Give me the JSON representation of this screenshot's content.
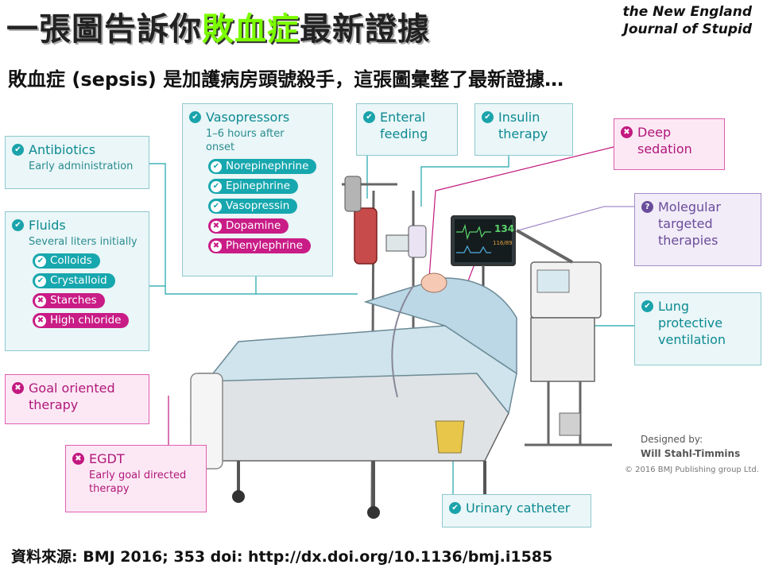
{
  "title": {
    "part1": "一張圖告訴你",
    "highlight": "敗血症",
    "part2": "最新證據"
  },
  "logo": {
    "line1": "the New England",
    "line2": "Journal of Stupid"
  },
  "subtitle": "敗血症 (sepsis) 是加護病房頭號殺手，這張圖彙整了最新證據…",
  "footer": "資料來源: BMJ 2016; 353 doi: http://dx.doi.org/10.1136/bmj.i1585",
  "icons": {
    "positive": "check-icon",
    "negative": "cross-icon",
    "uncertain": "question-icon"
  },
  "colors": {
    "positive": "#1aa3ab",
    "negative": "#c2187f",
    "uncertain": "#6b4c9a"
  },
  "boxes": {
    "antibiotics": {
      "title": "Antibiotics",
      "sub": "Early administration"
    },
    "fluids": {
      "title": "Fluids",
      "sub": "Several liters initially",
      "items": [
        {
          "label": "Colloids",
          "status": "positive"
        },
        {
          "label": "Crystalloid",
          "status": "positive"
        },
        {
          "label": "Starches",
          "status": "negative"
        },
        {
          "label": "High chloride",
          "status": "negative"
        }
      ]
    },
    "vasopressors": {
      "title": "Vasopressors",
      "sub": "1–6 hours after onset",
      "items": [
        {
          "label": "Norepinephrine",
          "status": "positive"
        },
        {
          "label": "Epinephrine",
          "status": "positive"
        },
        {
          "label": "Vasopressin",
          "status": "positive"
        },
        {
          "label": "Dopamine",
          "status": "negative"
        },
        {
          "label": "Phenylephrine",
          "status": "negative"
        }
      ]
    },
    "enteral": {
      "title": "Enteral feeding"
    },
    "insulin": {
      "title": "Insulin therapy"
    },
    "deep_sedation": {
      "title": "Deep sedation"
    },
    "molecular": {
      "title": "Molegular targeted therapies"
    },
    "lung": {
      "title": "Lung protective ventilation"
    },
    "goal": {
      "title": "Goal oriented therapy"
    },
    "egdt": {
      "title": "EGDT",
      "sub": "Early goal directed therapy"
    },
    "urinary": {
      "title": "Urinary catheter"
    }
  },
  "monitor": {
    "value1": "134",
    "value2": "116/89"
  },
  "credit": {
    "line1": "Designed by:",
    "line2": "Will Stahl-Timmins",
    "copyright": "© 2016 BMJ Publishing group Ltd."
  }
}
